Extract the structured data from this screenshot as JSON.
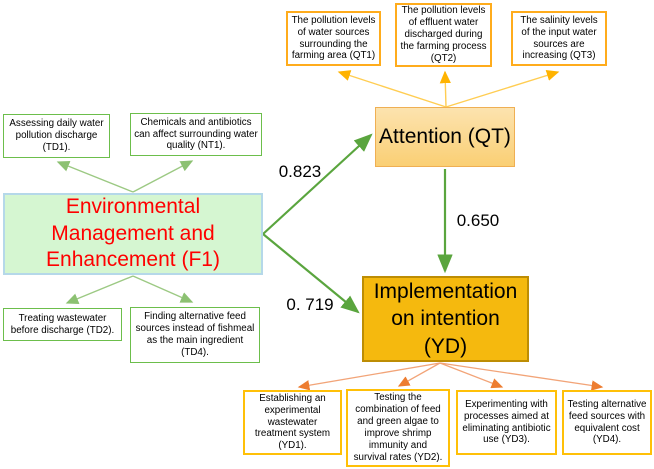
{
  "nodes": {
    "f1": {
      "label": "Environmental Management and Enhancement (F1)"
    },
    "qt": {
      "label": "Attention (QT)"
    },
    "yd": {
      "label": "Implementation on intention (YD)"
    }
  },
  "coefficients": {
    "f1_to_qt": "0.823",
    "qt_to_yd": "0.650",
    "f1_to_yd": "0. 719"
  },
  "f1_indicators": {
    "td1": "Assessing daily water pollution discharge (TD1).",
    "nt1": "Chemicals and antibiotics can affect surrounding water quality (NT1).",
    "td2": "Treating wastewater before discharge (TD2).",
    "td4": "Finding alternative feed sources instead of fishmeal as the main ingredient (TD4)."
  },
  "qt_indicators": {
    "qt1": "The pollution levels of water sources surrounding the farming area (QT1)",
    "qt2": "The pollution levels of effluent water discharged during the farming process (QT2)",
    "qt3": "The salinity levels of the input water sources are increasing (QT3)"
  },
  "yd_indicators": {
    "yd1": "Establishing an experimental wastewater treatment system (YD1).",
    "yd2": "Testing the combination of feed and green algae to improve shrimp immunity and survival rates (YD2).",
    "yd3": "Experimenting with processes aimed at eliminating antibiotic use (YD3).",
    "yd4": "Testing alternative feed sources with equivalent cost (YD4)."
  },
  "colors": {
    "f1_fill": "#D5F6D1",
    "f1_border": "#B5D8E9",
    "f1_text": "#FF0000",
    "qt_fill": "#FBD489",
    "qt_border": "#EFAF53",
    "yd_fill": "#F5B90E",
    "yd_border": "#BD8D04",
    "green_indicator_border": "#6CBE4B",
    "orange_indicator_border": "#FFAC1C",
    "gold_indicator_border": "#FFC008",
    "path_arrow_green": "#5AA53E",
    "loading_arrow_light_green": "#9CC983",
    "loading_arrow_gold": "#FFCD52",
    "loading_arrow_salmon": "#F2A478"
  }
}
